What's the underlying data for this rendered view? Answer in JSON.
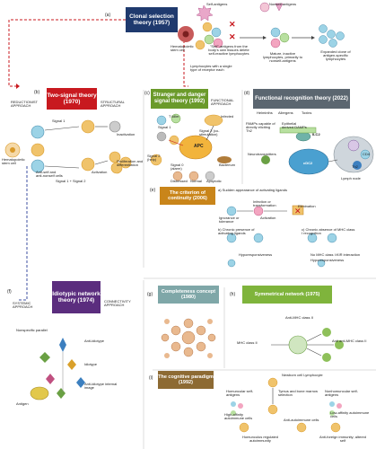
{
  "panels": {
    "a": {
      "tag": "(a)",
      "title": "Clonal selection theory (1957)",
      "labels": {
        "self_antigens": "Self-antigens",
        "nonself_antigens": "Nonself-antigens",
        "hsc": "Hematopoietic stem cell",
        "self_in_body": "\"Self\"-antigens from the body's own tissues delete self-reactive lymphocytes",
        "lymph_single": "Lymphocytes with a single type of receptor each",
        "mature": "Mature, inactive lymphocytes, primarily to nonself-antigens",
        "expanded": "Expanded clone of antigen-specific lymphocytes"
      }
    },
    "b": {
      "tag": "(b)",
      "title": "Two-signal theory (1970)",
      "labels": {
        "reductionist": "REDUCTIONIST APPROACH",
        "structural": "STRUCTURAL APPROACH",
        "signal1": "Signal 1",
        "inactivation": "Inactivation",
        "hsc": "Hematopoietic stem cell",
        "antiself": "Anti-self and anti-nonself cells",
        "signal12": "Signal 1 + Signal 2",
        "activation": "Activation",
        "prolif": "Proliferation and differentiation"
      }
    },
    "c": {
      "tag": "(c)",
      "title": "Stranger and danger signal theory (1992)",
      "labels": {
        "functional": "FUNCTIONAL APPROACH",
        "tkiller": "T killer",
        "infected": "Infected",
        "signal1": "Signal 1",
        "signal2": "Signal 2 (co-stimulation)",
        "apc": "APC",
        "signal2help": "Signal 2 (help)",
        "signal0": "Signal 0 (alarm)",
        "bacterium": "Bacterium",
        "distressed": "Distressed",
        "normal": "Normal",
        "apoptotic": "Apoptotic"
      }
    },
    "d": {
      "tag": "(d)",
      "title": "Functional recognition theory (2022)",
      "labels": {
        "helminths": "Helminths",
        "allergens": "Allergens",
        "toxins": "Toxins",
        "pamps": "PAMPs capable of directly eliciting Th2",
        "epithelial": "Epithelial derived DAMPs",
        "neurotransm": "Neurotransmitters",
        "ilc2": "ILC2",
        "cdc2": "cDC2",
        "cd4": "CD4",
        "th2": "Th2",
        "lymph": "Lymph node"
      }
    },
    "e": {
      "tag": "(e)",
      "title": "The criterion of continuity (2006)",
      "labels": {
        "a": "a) Sudden appearance of activating ligands",
        "infection": "Infection or transformation",
        "elimination": "Elimination",
        "ignorance": "Ignorance or tolerance",
        "activation": "Activation",
        "b": "b) Chronic presence of activating ligands",
        "c": "c) Chronic absence of MHC class I recognition",
        "hypo1": "Hyporesponsiveness",
        "nomhc": "No MHC class I:KIR interaction",
        "hypo2": "Hyporesponsiveness"
      }
    },
    "f": {
      "tag": "(f)",
      "title": "Idiotypic network theory (1974)",
      "labels": {
        "systemic": "SYSTEMIC APPROACH",
        "connectivity": "CONNECTIVITY APPROACH",
        "nonspecific": "Nonspecific parallel",
        "antiidiotype": "Anti-idiotype",
        "idiotype": "Idiotype",
        "antigen": "Antigen",
        "internal": "Anti-idiotype internal image"
      }
    },
    "g": {
      "tag": "(g)",
      "title": "Completeness concept (1980)"
    },
    "h": {
      "tag": "(h)",
      "title": "Symmetrical network (1975)",
      "labels": {
        "anti2": "Anti-MHC class II",
        "mhc2": "MHC class II",
        "anti1": "Anti anti-MHC class II"
      }
    },
    "i": {
      "tag": "(i)",
      "title": "The cognitive paradigm (1992)",
      "labels": {
        "newborn": "Newborn cell Lymphocyte",
        "homuncular": "Homuncular self-antigens",
        "tymus": "Tymus and bone marrow selection",
        "nonhomuncular": "Nonhomuncular self-antigens",
        "high": "High-affinity autoimmune cells",
        "anti_auto": "Anti-autoimmune cells",
        "low": "Low-affinity autoimmune cells",
        "regulated": "Homunculus regulated autoimmunity",
        "foreign": "Anti-foreign immunity; altered self"
      }
    }
  },
  "colors": {
    "navy": "#1f3a6e",
    "red": "#c8191f",
    "green": "#6a9a2a",
    "gray": "#5b6670",
    "orange": "#c9851a",
    "purple": "#5b2d7e",
    "teal": "#7fa7a8",
    "lightgreen": "#7fb43c",
    "brown": "#8d6a33",
    "cell": "#f0c36b",
    "cellDark": "#e0a33a",
    "blue": "#3c7fbf",
    "dashred": "#c8191f",
    "dashblue": "#3e4fa0"
  }
}
